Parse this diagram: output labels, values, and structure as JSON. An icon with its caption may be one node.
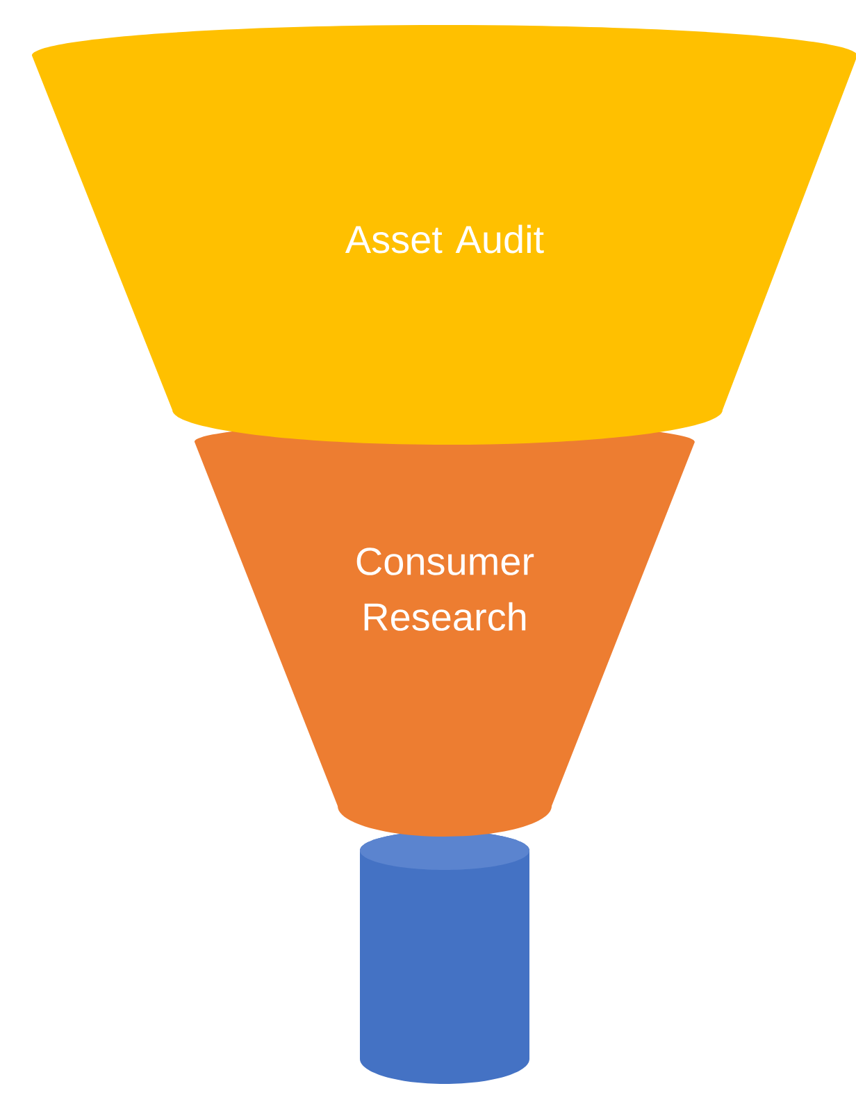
{
  "diagram": {
    "nodes": [
      {
        "text": [
          "Asset Audit"
        ]
      },
      {
        "text": [
          "Consumer Research"
        ]
      },
      {
        "text": [],
        "shape": "cylinder"
      }
    ]
  }
}
